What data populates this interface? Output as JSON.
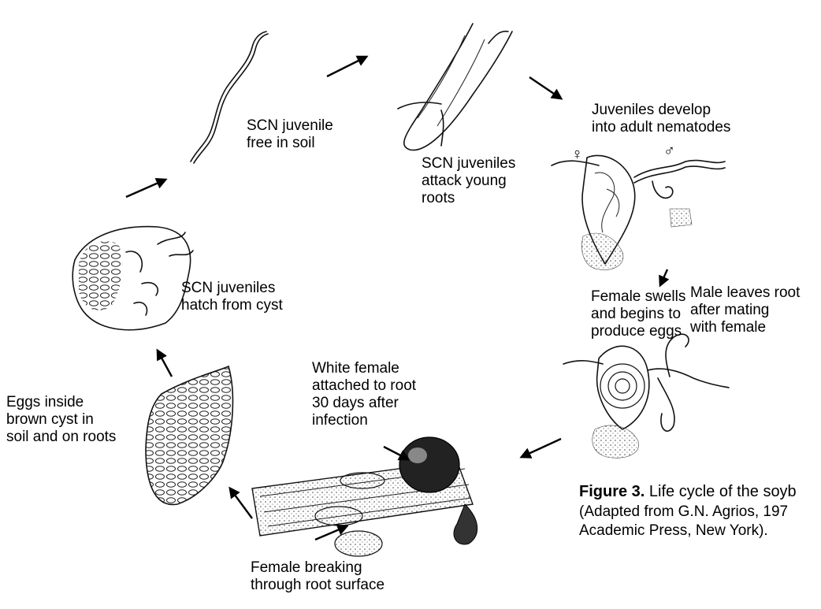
{
  "labels": {
    "juvenile_soil": "SCN juvenile\nfree in soil",
    "juveniles_attack": "SCN juveniles\nattack young\nroots",
    "juveniles_develop": "Juveniles develop\ninto adult nematodes",
    "female_symbol": "♀",
    "male_symbol": "♂",
    "female_swells": "Female swells\nand begins to\nproduce eggs",
    "male_leaves": "Male leaves root\nafter mating\nwith female",
    "white_female": "White female\nattached to root\n30 days after\ninfection",
    "female_breaking": "Female breaking\nthrough root surface",
    "eggs_cyst": "Eggs inside\nbrown cyst in\nsoil and on roots",
    "juveniles_hatch": "SCN juveniles\nhatch from cyst"
  },
  "caption": {
    "figure_label": "Figure 3.",
    "line1": " Life cycle of the soyb",
    "line2": "(Adapted from G.N. Agrios, 197",
    "line3": "Academic Press, New York)."
  }
}
